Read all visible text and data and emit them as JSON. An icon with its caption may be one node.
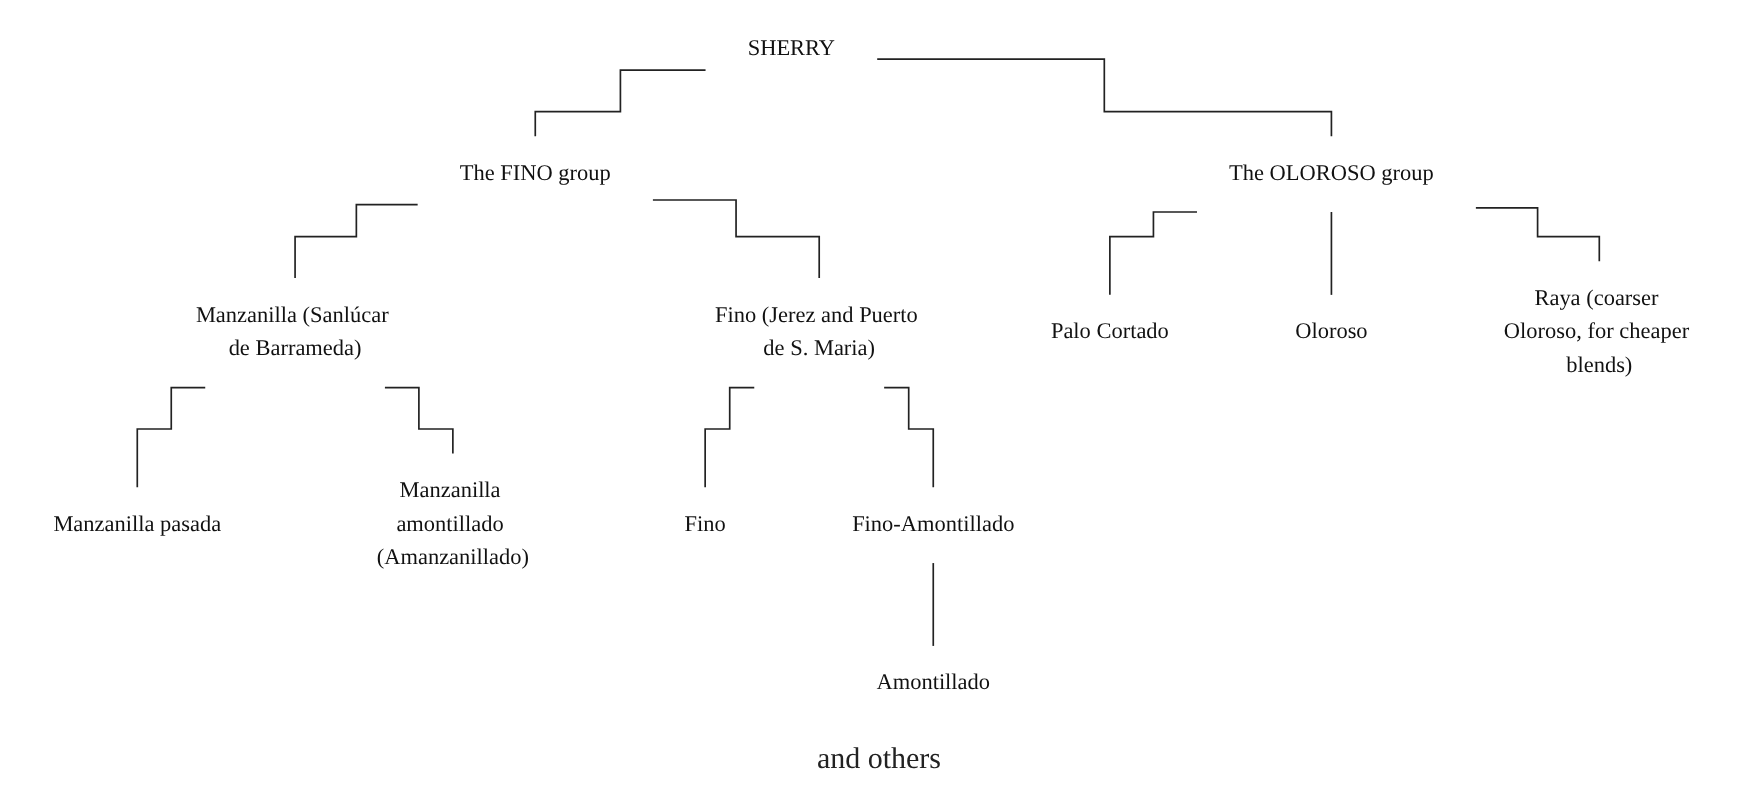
{
  "diagram": {
    "nodes": [
      {
        "text": [
          "SHERRY"
        ]
      },
      {
        "text": [
          "The FINO group"
        ]
      },
      {
        "text": [
          "The OLOROSO group"
        ]
      },
      {
        "text": [
          "Manzanilla (Sanlúcar de Barrameda)"
        ]
      },
      {
        "text": [
          "Fino (Jerez and Puerto de S. Maria)"
        ]
      },
      {
        "text": [
          "Manzanilla pasada"
        ]
      },
      {
        "text": [
          "Manzanilla amontillado (Amanzanillado)"
        ]
      },
      {
        "text": [
          "Fino"
        ]
      },
      {
        "text": [
          "Fino-Amontillado"
        ]
      },
      {
        "text": [
          "Amontillado"
        ]
      },
      {
        "text": [
          "Palo Cortado"
        ]
      },
      {
        "text": [
          "Oloroso"
        ]
      },
      {
        "text": [
          "Raya (coarser Oloroso, for cheaper blends)"
        ]
      }
    ],
    "edges": [
      {
        "from": 0,
        "to": 1,
        "arrow": "none"
      },
      {
        "from": 0,
        "to": 2,
        "arrow": "none"
      },
      {
        "from": 1,
        "to": 3,
        "arrow": "none"
      },
      {
        "from": 1,
        "to": 4,
        "arrow": "none"
      },
      {
        "from": 3,
        "to": 5,
        "arrow": "none"
      },
      {
        "from": 3,
        "to": 6,
        "arrow": "none"
      },
      {
        "from": 4,
        "to": 7,
        "arrow": "none"
      },
      {
        "from": 4,
        "to": 8,
        "arrow": "none"
      },
      {
        "from": 8,
        "to": 9,
        "arrow": "none"
      },
      {
        "from": 2,
        "to": 10,
        "arrow": "none"
      },
      {
        "from": 2,
        "to": 11,
        "arrow": "none"
      },
      {
        "from": 2,
        "to": 12,
        "arrow": "none"
      }
    ],
    "labels": [
      "and others"
    ]
  }
}
